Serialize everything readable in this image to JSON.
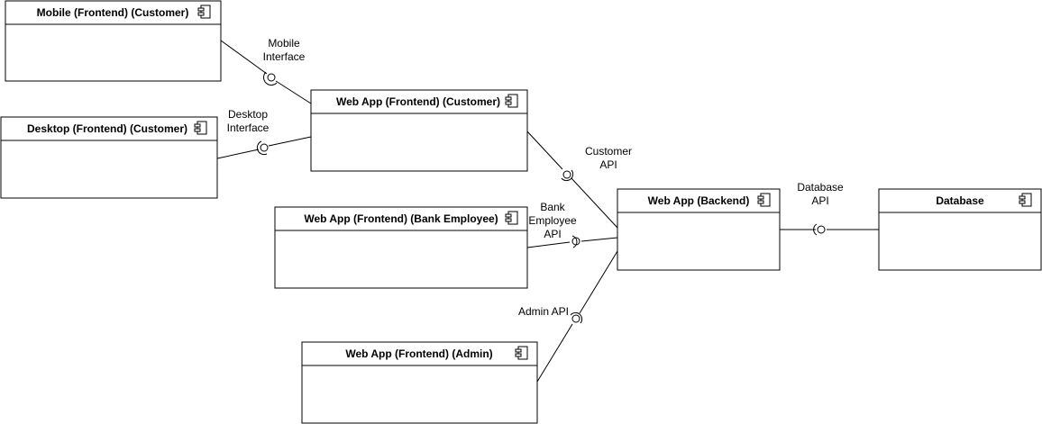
{
  "components": {
    "mobile": {
      "title": "Mobile (Frontend) (Customer)"
    },
    "desktop": {
      "title": "Desktop (Frontend) (Customer)"
    },
    "webapp_customer": {
      "title": "Web App (Frontend) (Customer)"
    },
    "webapp_bank": {
      "title": "Web App (Frontend) (Bank Employee)"
    },
    "webapp_admin": {
      "title": "Web App (Frontend) (Admin)"
    },
    "backend": {
      "title": "Web App (Backend)"
    },
    "database": {
      "title": "Database"
    }
  },
  "interfaces": {
    "mobile_interface": {
      "line1": "Mobile",
      "line2": "Interface"
    },
    "desktop_interface": {
      "line1": "Desktop",
      "line2": "Interface"
    },
    "customer_api": {
      "line1": "Customer",
      "line2": "API"
    },
    "bank_employee_api": {
      "line1": "Bank",
      "line2": "Employee",
      "line3": "API"
    },
    "admin_api": {
      "line1": "Admin API"
    },
    "database_api": {
      "line1": "Database",
      "line2": "API"
    }
  },
  "colors": {
    "stroke": "#000000",
    "fill": "#ffffff"
  },
  "icon": "component-icon"
}
